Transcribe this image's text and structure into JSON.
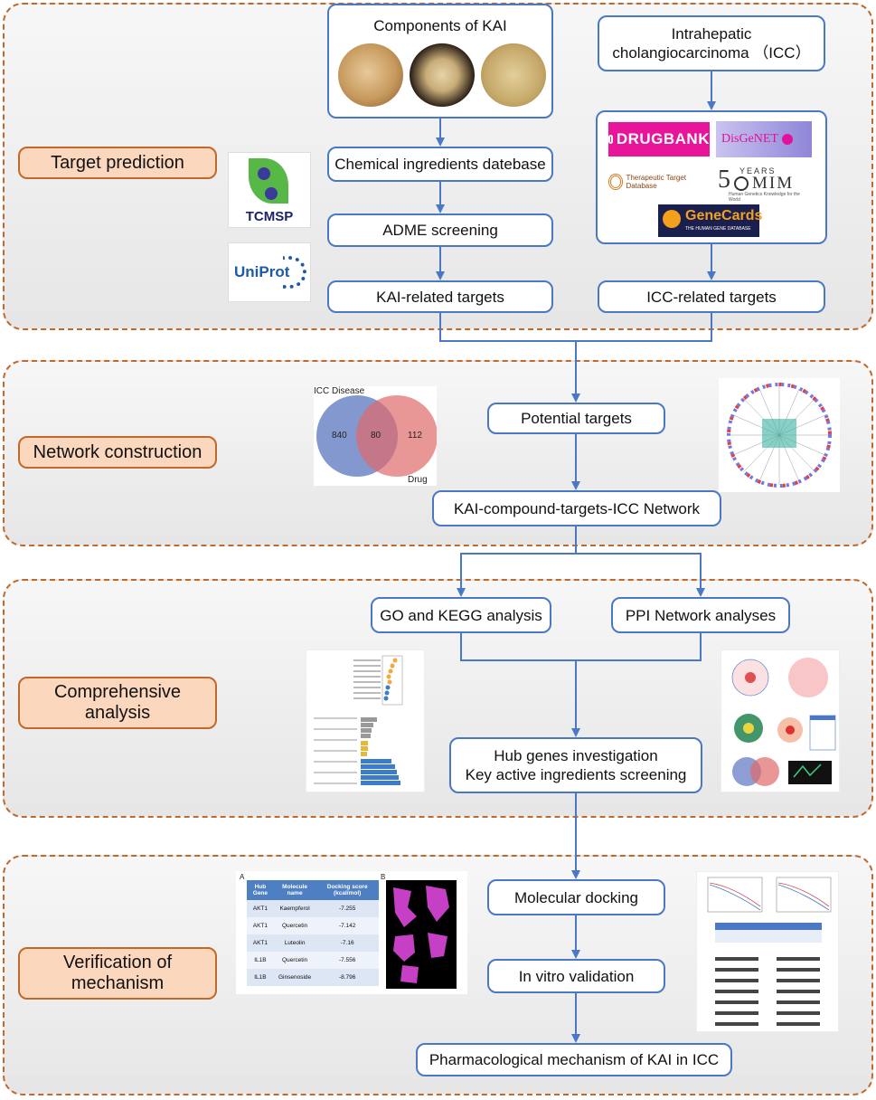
{
  "stages": {
    "target_prediction": "Target prediction",
    "network_construction": "Network construction",
    "comprehensive_analysis": "Comprehensive\nanalysis",
    "verification": "Verification of\nmechanism"
  },
  "boxes": {
    "components_kai": "Components of KAI",
    "chemical_db": "Chemical ingredients datebase",
    "adme": "ADME screening",
    "kai_targets": "KAI-related targets",
    "icc_title": "Intrahepatic\ncholangiocarcinoma （ICC）",
    "icc_targets": "ICC-related targets",
    "potential_targets": "Potential targets",
    "network": "KAI-compound-targets-ICC Network",
    "go_kegg": "GO and KEGG analysis",
    "ppi": "PPI Network analyses",
    "hub_genes": "Hub genes investigation\nKey active ingredients screening",
    "docking": "Molecular docking",
    "in_vitro": "In vitro validation",
    "mechanism": "Pharmacological mechanism of KAI in ICC"
  },
  "logos": {
    "tcmsp": "TCMSP",
    "uniprot": "UniProt",
    "drugbank": "DRUGBANK",
    "disgenet": "DisGeNET",
    "ttd": "Therapeutic Target Database",
    "omim_years": "YEARS",
    "omim": "MIM",
    "omim_sub": "Human Genetics Knowledge for the World",
    "genecards": "GeneCards",
    "genecards_sub": "THE HUMAN GENE DATABASE"
  },
  "venn": {
    "label_disease": "ICC Disease",
    "label_drug": "Drug",
    "left_only": "840",
    "overlap": "80",
    "right_only": "112"
  },
  "docking_table": {
    "panel_a": "A",
    "panel_b": "B",
    "headers": [
      "Hub Gene",
      "Molecule name",
      "Docking score (kcal/mol)"
    ],
    "rows": [
      [
        "AKT1",
        "Kaempferol",
        "-7.255"
      ],
      [
        "AKT1",
        "Quercetin",
        "-7.142"
      ],
      [
        "AKT1",
        "Luteolin",
        "-7.16"
      ],
      [
        "IL1B",
        "Quercetin",
        "-7.556"
      ],
      [
        "IL1B",
        "Ginsenoside",
        "-8.796"
      ]
    ]
  },
  "colors": {
    "accent_blue": "#4a78c4",
    "stage_fill": "#fbd7bd",
    "stage_border": "#c0692a"
  }
}
